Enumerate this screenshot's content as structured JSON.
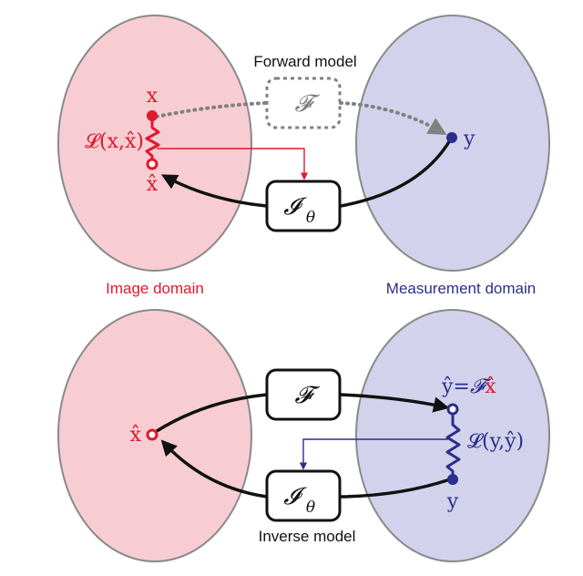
{
  "top_panel": {
    "caption": "Forward model",
    "forward_operator": "𝓕",
    "inverse_operator": "𝓘",
    "inverse_subscript": "θ",
    "point_x": "x",
    "point_xhat": "x̂",
    "point_y": "y",
    "loss_label": "𝓛(x,x̂)",
    "left_domain_label": "Image domain",
    "right_domain_label": "Measurement domain"
  },
  "bottom_panel": {
    "caption": "Inverse model",
    "forward_operator": "𝓕",
    "inverse_operator": "𝓘",
    "inverse_subscript": "θ",
    "point_xhat": "x̂",
    "point_y": "y",
    "yhat_label": "ŷ=",
    "yhat_op": "𝓕",
    "yhat_x": "x̂",
    "loss_label": "𝓛(y,ŷ)"
  },
  "colors": {
    "image_domain_fill": "#f7cdd3",
    "measurement_domain_fill": "#d3d2ec",
    "domain_stroke": "#8a8a8a",
    "red": "#e0192b",
    "blue": "#2b2e8c",
    "black": "#111111",
    "dotted_gray": "#808080"
  }
}
